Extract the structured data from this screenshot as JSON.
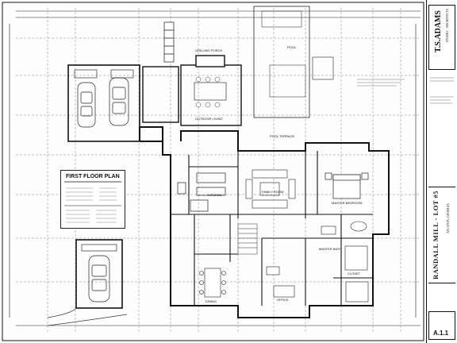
{
  "plan": {
    "title": "FIRST FLOOR PLAN",
    "rooms": {
      "grilling_porch": "GRILLING PORCH",
      "pool": "POOL",
      "outdoor_living": "OUTDOOR LIVING",
      "pool_terrace": "POOL TERRACE",
      "kitchen": "KITCHEN",
      "family_room": "FAMILY ROOM",
      "master_bedroom": "MASTER BEDROOM",
      "master_bath": "MASTER BATH",
      "dining": "DINING",
      "office": "OFFICE",
      "closet": "CLOSET"
    }
  },
  "title_block": {
    "firm": "T.S.ADAMS",
    "firm_sub": "STUDIO · ARCHITECTS",
    "project": "RANDALL MILL - LOT #5",
    "address": "ATLANTA, GEORGIA",
    "sheet": "A.1.1"
  },
  "colors": {
    "ink": "#111111",
    "paper": "#fdfdfd",
    "grid": "#555555"
  }
}
